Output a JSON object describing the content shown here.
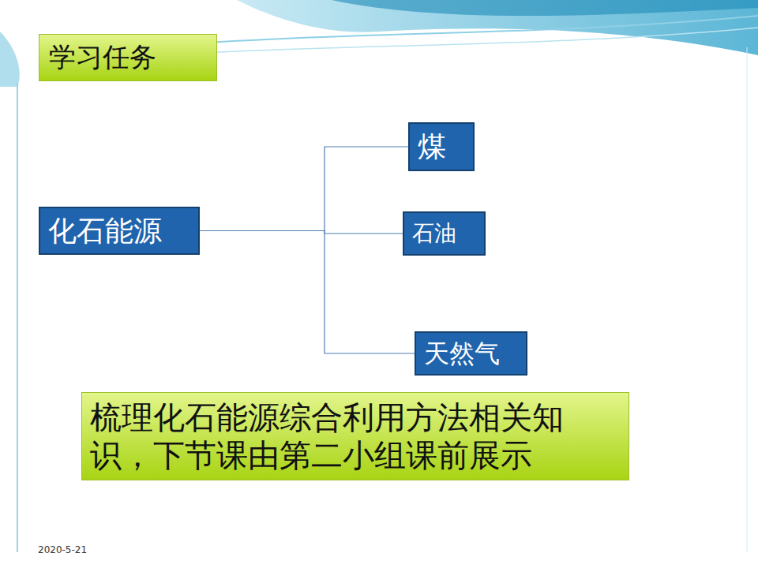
{
  "diagram": {
    "title": "学习任务",
    "nodes": [
      {
        "text": [
          "化石能源"
        ]
      },
      {
        "text": [
          "煤"
        ]
      },
      {
        "text": [
          "石油"
        ]
      },
      {
        "text": [
          "天然气"
        ]
      },
      {
        "text": [
          "梳理化石能源综合利用方法相关知识，下节课由第二小组课前展示"
        ]
      }
    ],
    "edges": [
      {
        "from": 0,
        "to": 1,
        "arrow": "none"
      },
      {
        "from": 0,
        "to": 2,
        "arrow": "none"
      },
      {
        "from": 0,
        "to": 3,
        "arrow": "none"
      }
    ],
    "labels": [
      "2020-5-21"
    ]
  }
}
